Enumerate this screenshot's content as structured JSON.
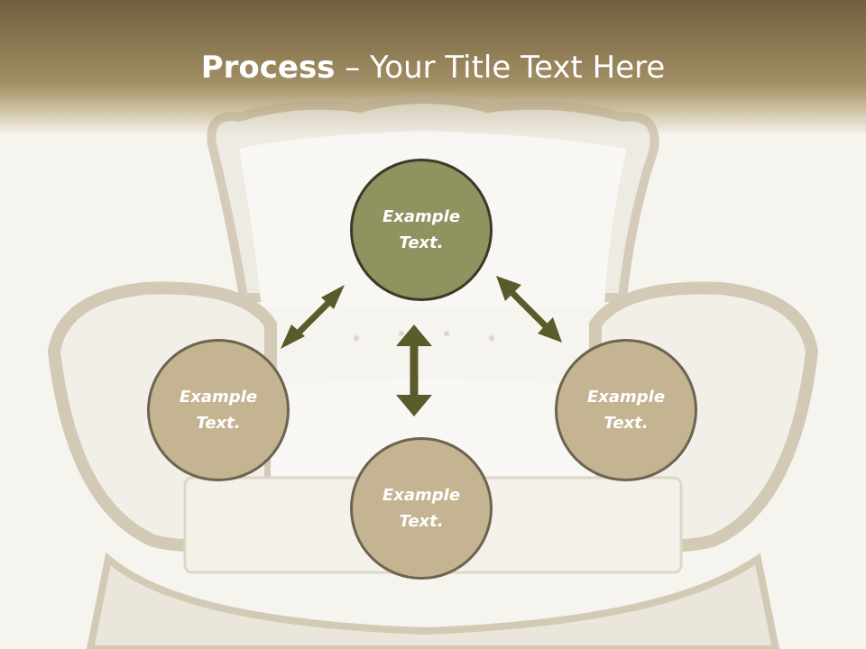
{
  "title": {
    "bold": "Process",
    "rest": " – Your Title Text Here"
  },
  "nodes": {
    "center": "Example\nText.",
    "left": "Example\nText.",
    "right": "Example\nText.",
    "bottom": "Example\nText."
  },
  "colors": {
    "header": "#8c7a52",
    "center_fill": "#8f9360",
    "node_fill": "#c5b492",
    "arrow": "#5a5a2a"
  }
}
